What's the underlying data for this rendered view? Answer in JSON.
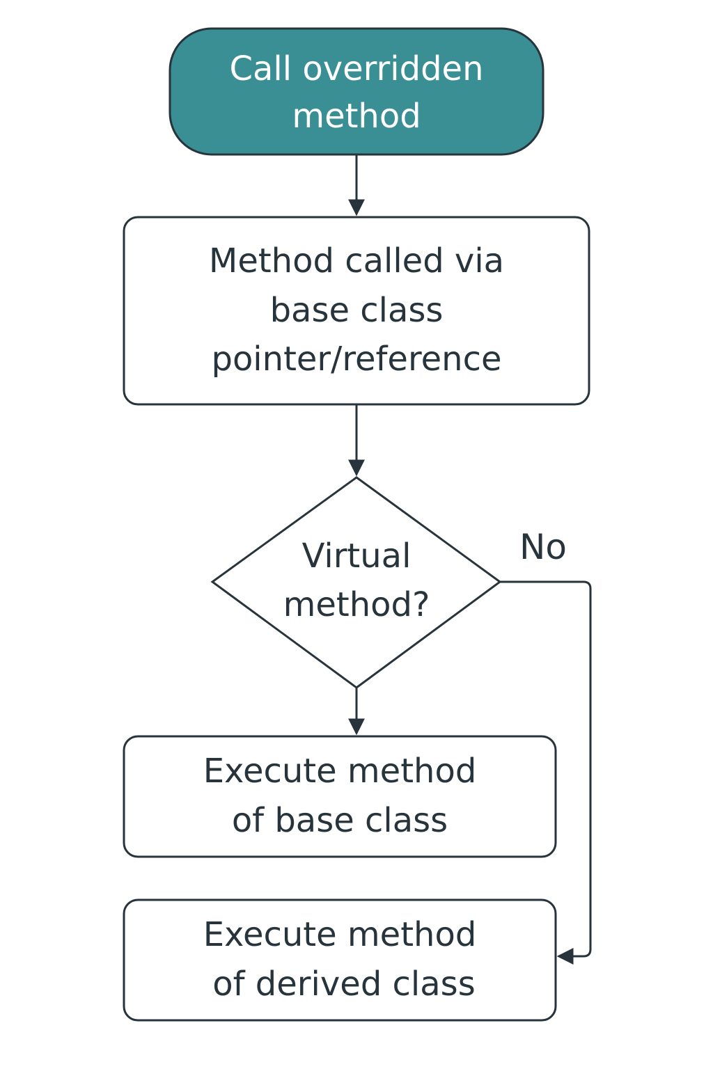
{
  "colors": {
    "start_fill": "#3a8f95",
    "stroke": "#27343b",
    "box_fill": "#ffffff",
    "text_dark": "#27343b",
    "text_light": "#ffffff"
  },
  "nodes": {
    "start": {
      "shape": "rounded-terminal",
      "lines": [
        "Call overridden",
        "method"
      ]
    },
    "call_via_base": {
      "shape": "process",
      "lines": [
        "Method called via",
        "base class",
        "pointer/reference"
      ]
    },
    "virtual_check": {
      "shape": "decision",
      "lines": [
        "Virtual",
        "method?"
      ]
    },
    "exec_base": {
      "shape": "process",
      "lines": [
        "Execute method",
        "of base class"
      ]
    },
    "exec_derived": {
      "shape": "process",
      "lines": [
        "Execute method",
        "of derived class"
      ]
    }
  },
  "edges": [
    {
      "from": "start",
      "to": "call_via_base",
      "label": ""
    },
    {
      "from": "call_via_base",
      "to": "virtual_check",
      "label": ""
    },
    {
      "from": "virtual_check",
      "to": "exec_base",
      "label": ""
    },
    {
      "from": "virtual_check",
      "to": "exec_derived",
      "label": "No"
    }
  ]
}
